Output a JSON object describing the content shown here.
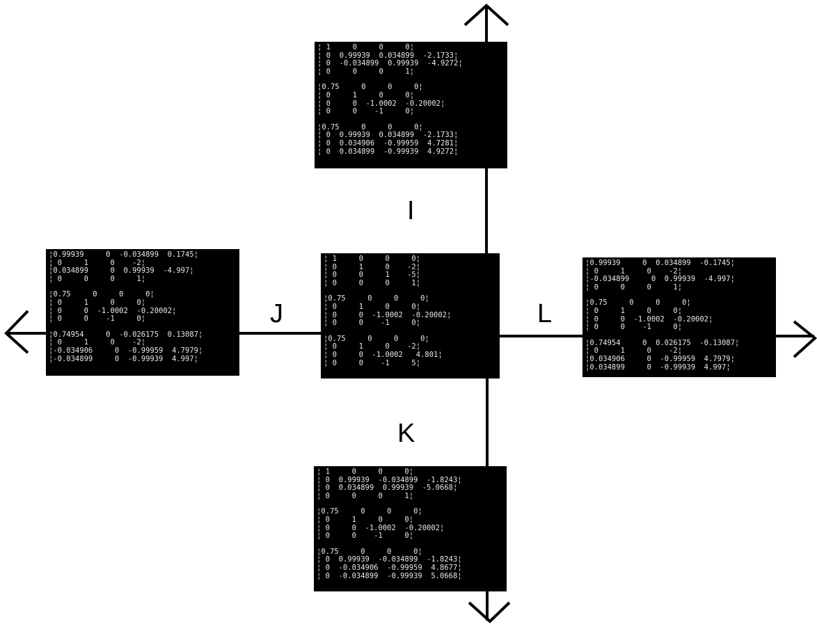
{
  "keys": {
    "up": "I",
    "left": "J",
    "right": "L",
    "down": "K"
  },
  "panels": {
    "center": [
      [
        "¦ 1     0     0     0¦",
        "¦ 0     1     0    -2¦",
        "¦ 0     0     1    -5¦",
        "¦ 0     0     0     1¦"
      ],
      [
        "¦0.75     0     0     0¦",
        "¦ 0     1     0     0¦",
        "¦ 0     0  -1.0002  -0.20002¦",
        "¦ 0     0    -1     0¦"
      ],
      [
        "¦0.75     0     0     0¦",
        "¦ 0     1     0    -2¦",
        "¦ 0     0  -1.0002   4.801¦",
        "¦ 0     0    -1     5¦"
      ]
    ],
    "up": [
      [
        "¦ 1     0     0     0¦",
        "¦ 0  0.99939  0.034899  -2.1733¦",
        "¦ 0  -0.034899  0.99939  -4.9272¦",
        "¦ 0     0     0     1¦"
      ],
      [
        "¦0.75     0     0     0¦",
        "¦ 0     1     0     0¦",
        "¦ 0     0  -1.0002  -0.20002¦",
        "¦ 0     0    -1     0¦"
      ],
      [
        "¦0.75     0     0     0¦",
        "¦ 0  0.99939  0.034899  -2.1733¦",
        "¦ 0  0.034906  -0.99959  4.7281¦",
        "¦ 0  0.034899  -0.99939  4.9272¦"
      ]
    ],
    "left": [
      [
        "¦0.99939     0  -0.034899  0.1745¦",
        "¦ 0     1     0    -2¦",
        "¦0.034899     0  0.99939  -4.997¦",
        "¦ 0     0     0     1¦"
      ],
      [
        "¦0.75     0     0     0¦",
        "¦ 0     1     0     0¦",
        "¦ 0     0  -1.0002  -0.20002¦",
        "¦ 0     0    -1     0¦"
      ],
      [
        "¦0.74954     0  -0.026175  0.13087¦",
        "¦ 0     1     0    -2¦",
        "¦-0.034906     0  -0.99959  4.7979¦",
        "¦-0.034899     0  -0.99939  4.997¦"
      ]
    ],
    "right": [
      [
        "¦0.99939     0  0.034899  -0.1745¦",
        "¦ 0     1     0    -2¦",
        "¦-0.034899     0  0.99939  -4.997¦",
        "¦ 0     0     0     1¦"
      ],
      [
        "¦0.75     0     0     0¦",
        "¦ 0     1     0     0¦",
        "¦ 0     0  -1.0002  -0.20002¦",
        "¦ 0     0    -1     0¦"
      ],
      [
        "¦0.74954     0  0.026175  -0.13087¦",
        "¦ 0     1     0    -2¦",
        "¦0.034906     0  -0.99959  4.7979¦",
        "¦0.034899     0  -0.99939  4.997¦"
      ]
    ],
    "down": [
      [
        "¦ 1     0     0     0¦",
        "¦ 0  0.99939  -0.034899  -1.8243¦",
        "¦ 0  0.034899  0.99939  -5.0668¦",
        "¦ 0     0     0     1¦"
      ],
      [
        "¦0.75     0     0     0¦",
        "¦ 0     1     0     0¦",
        "¦ 0     0  -1.0002  -0.20002¦",
        "¦ 0     0    -1     0¦"
      ],
      [
        "¦0.75     0     0     0¦",
        "¦ 0  0.99939  -0.034899  -1.8243¦",
        "¦ 0  -0.034906  -0.99959  4.8677¦",
        "¦ 0  -0.034899  -0.99939  5.0668¦"
      ]
    ]
  }
}
